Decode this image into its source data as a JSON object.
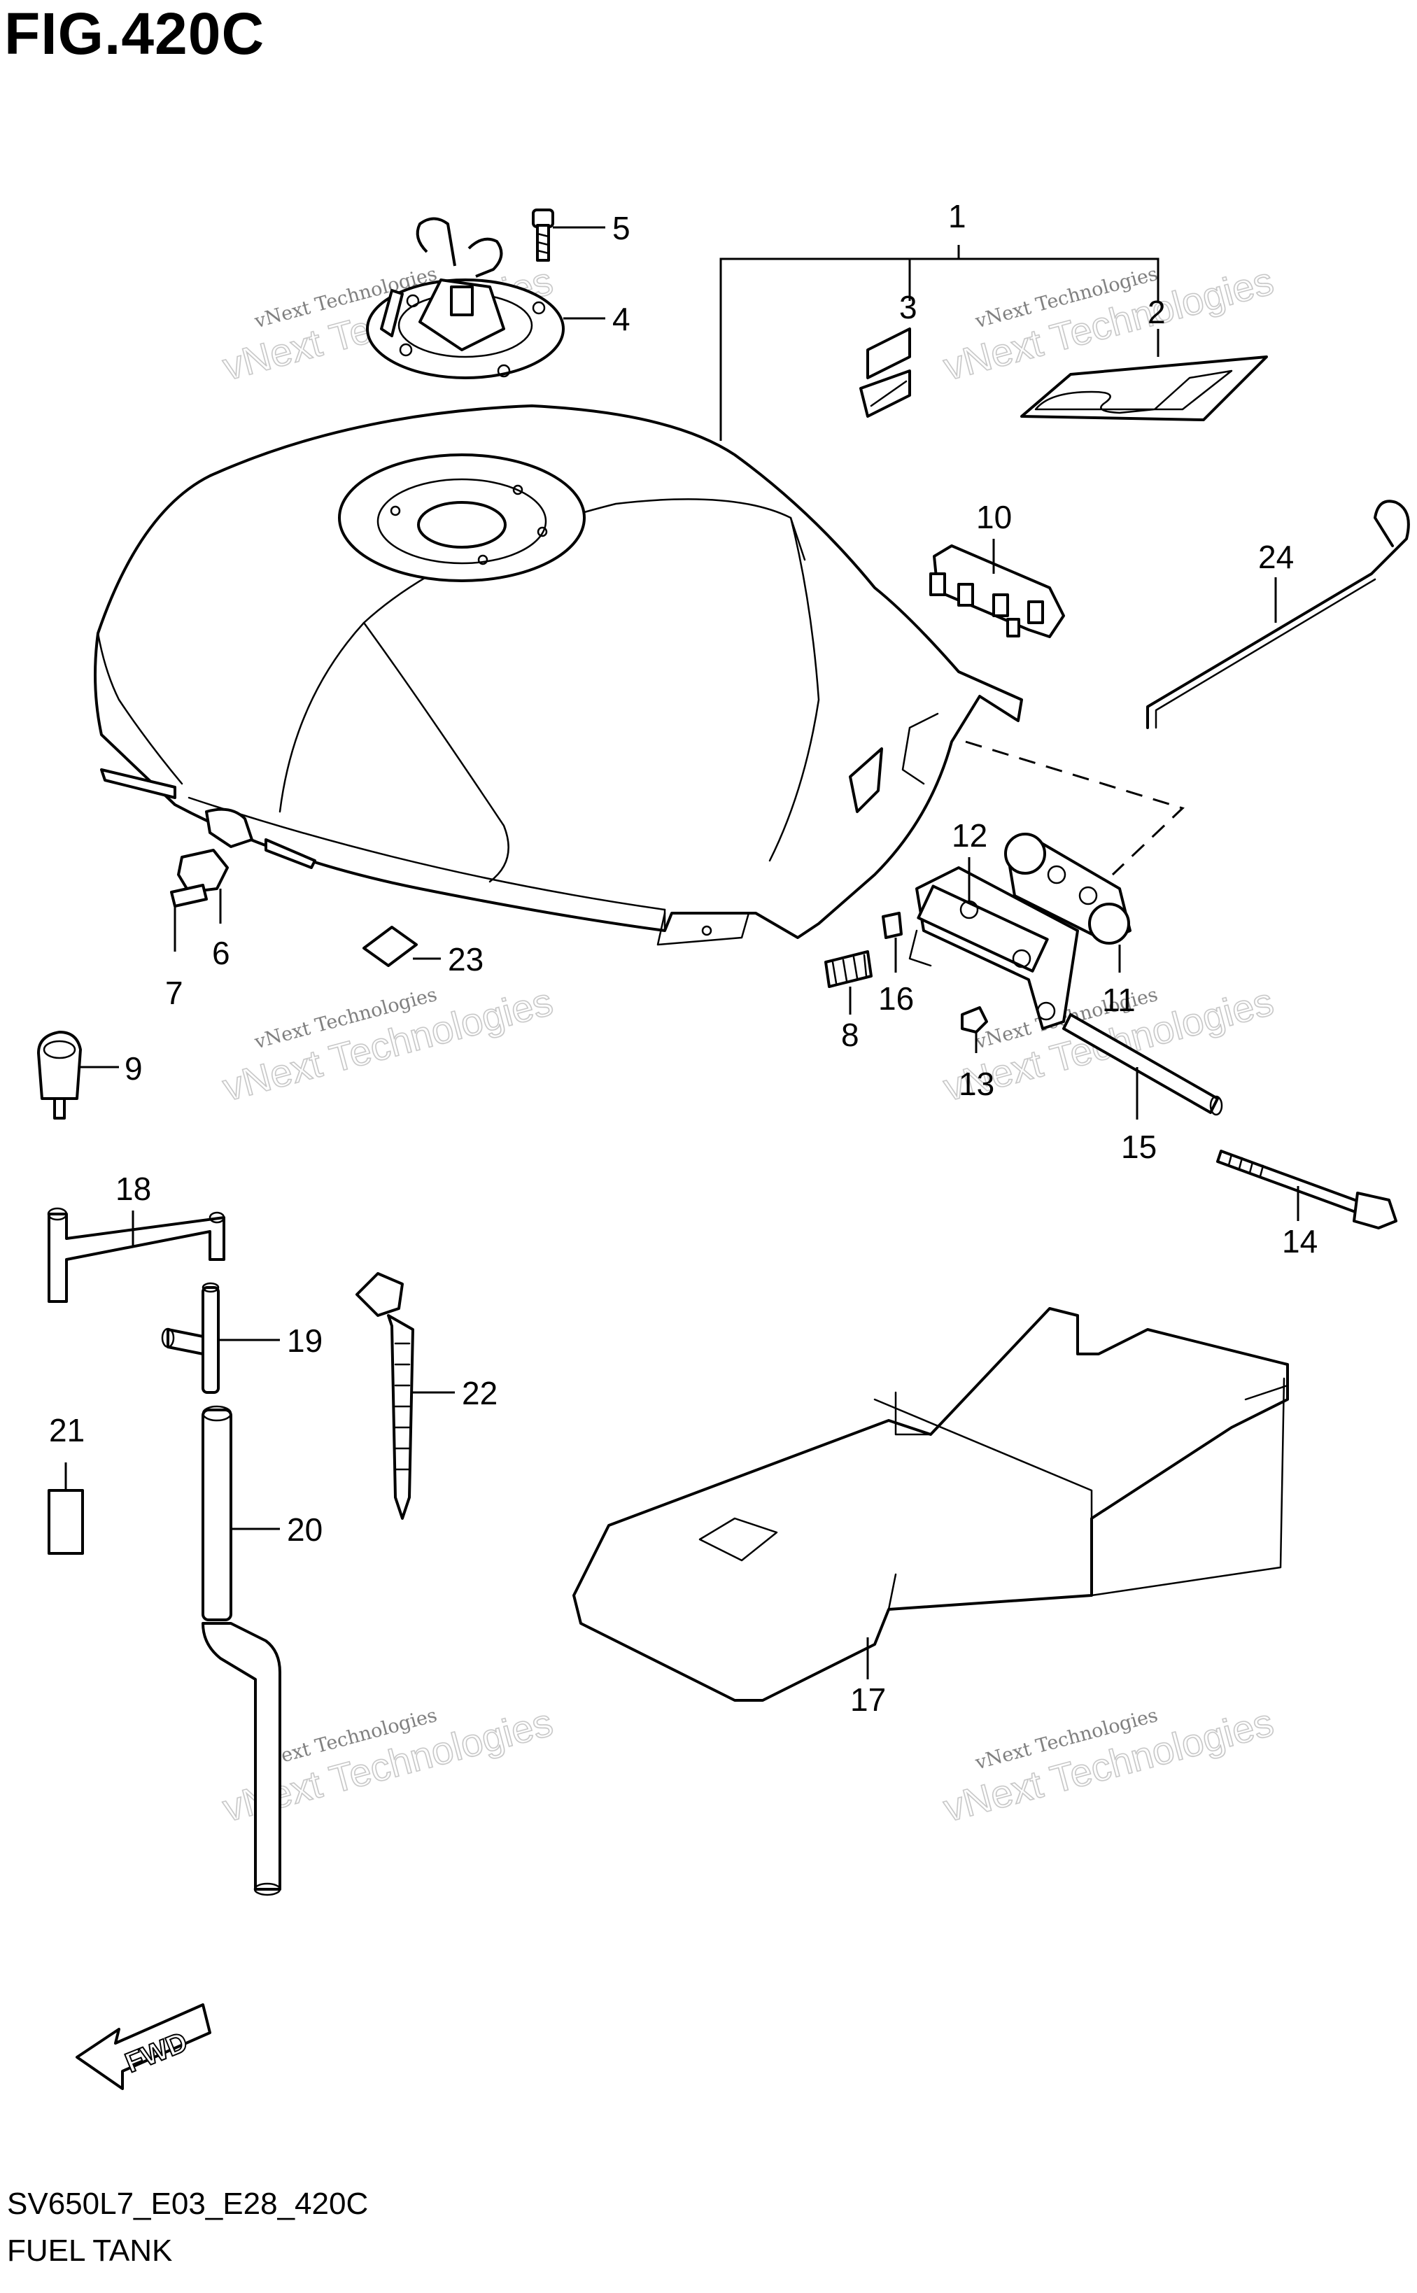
{
  "figure": {
    "title": "FIG.420C",
    "model_code": "SV650L7_E03_E28_420C",
    "section_name": "FUEL TANK"
  },
  "watermark": {
    "line1": "vNext Technologies",
    "line2": "vNext Technologies"
  },
  "fwd_label": "FWD",
  "callouts": [
    "1",
    "2",
    "3",
    "4",
    "5",
    "6",
    "7",
    "8",
    "9",
    "10",
    "11",
    "12",
    "13",
    "14",
    "15",
    "16",
    "17",
    "18",
    "19",
    "20",
    "21",
    "22",
    "23",
    "24"
  ]
}
